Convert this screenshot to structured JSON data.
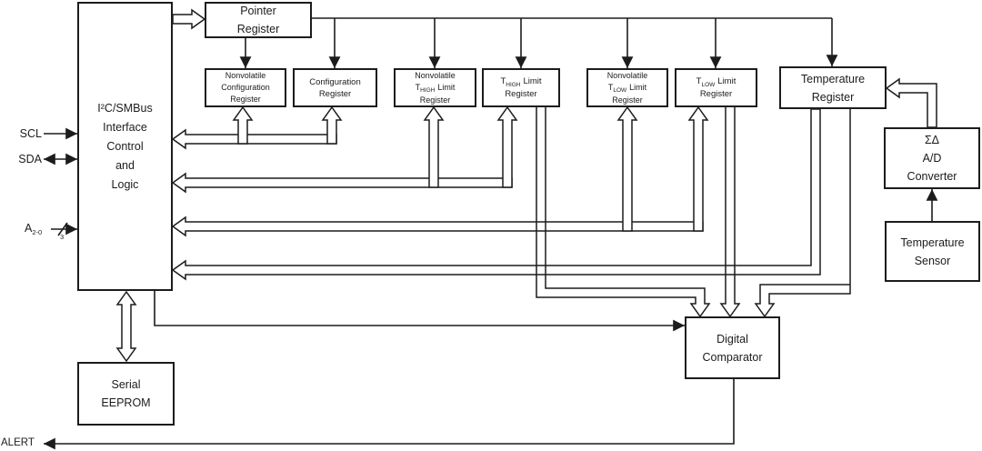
{
  "diagram": {
    "blocks": {
      "i2c": {
        "line1": "I²C/SMBus",
        "line2": "Interface",
        "line3": "Control",
        "line4": "and",
        "line5": "Logic"
      },
      "pointer": {
        "line1": "Pointer",
        "line2": "Register"
      },
      "nv_config": {
        "line1": "Nonvolatile",
        "line2": "Configuration",
        "line3": "Register"
      },
      "config": {
        "line1": "Configuration",
        "line2": "Register"
      },
      "nv_thigh": {
        "line1": "Nonvolatile",
        "t": "T",
        "t_sub": "HIGH",
        "t_rest": "Limit",
        "line3": "Register"
      },
      "thigh": {
        "t": "T",
        "t_sub": "HIGH",
        "t_rest": "Limit",
        "line2": "Register"
      },
      "nv_tlow": {
        "line1": "Nonvolatile",
        "t": "T",
        "t_sub": "LOW",
        "t_rest": "Limit",
        "line3": "Register"
      },
      "tlow": {
        "t": "T",
        "t_sub": "LOW",
        "t_rest": "Limit",
        "line2": "Register"
      },
      "temp_reg": {
        "line1": "Temperature",
        "line2": "Register"
      },
      "adc": {
        "line1": "ΣΔ",
        "line2": "A/D",
        "line3": "Converter"
      },
      "sensor": {
        "line1": "Temperature",
        "line2": "Sensor"
      },
      "comparator": {
        "line1": "Digital",
        "line2": "Comparator"
      },
      "eeprom": {
        "line1": "Serial",
        "line2": "EEPROM"
      }
    },
    "pins": {
      "scl": "SCL",
      "sda": "SDA",
      "addr": "A",
      "addr_sub": "2-0",
      "addr_bus_width": "3",
      "alert": "ALERT"
    },
    "colors": {
      "line": "#1c1c1c",
      "background": "#ffffff",
      "box_fill": "#ffffff"
    }
  }
}
